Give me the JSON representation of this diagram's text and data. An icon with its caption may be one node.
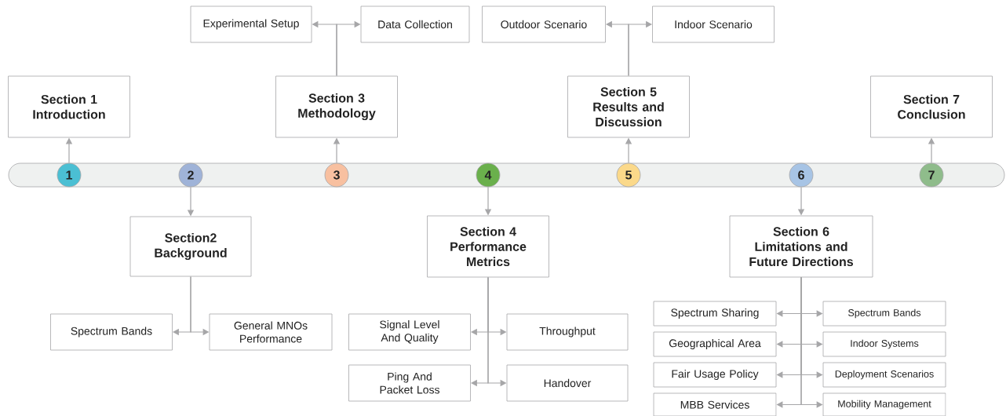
{
  "diagram": {
    "nodes": [
      {
        "text": [],
        "shape": "bar"
      },
      {
        "text": [
          "1"
        ],
        "in": 0
      },
      {
        "text": [
          "2"
        ],
        "in": 0
      },
      {
        "text": [
          "3"
        ],
        "in": 0
      },
      {
        "text": [
          "4"
        ],
        "in": 0
      },
      {
        "text": [
          "5"
        ],
        "in": 0
      },
      {
        "text": [
          "6"
        ],
        "in": 0
      },
      {
        "text": [
          "7"
        ],
        "in": 0
      },
      {
        "text": [
          "Section 1",
          "Introduction"
        ]
      },
      {
        "text": [
          "Section 3",
          "Methodology"
        ]
      },
      {
        "text": [
          "Section 5",
          "Results and Discussion"
        ]
      },
      {
        "text": [
          "Section 7",
          "Conclusion"
        ]
      },
      {
        "text": [
          "Section2",
          "Background"
        ]
      },
      {
        "text": [
          "Section 4",
          "Performance Metrics"
        ]
      },
      {
        "text": [
          "Section 6",
          "Limitations and Future Directions"
        ]
      },
      {
        "text": [
          "Experimental Setup"
        ]
      },
      {
        "text": [
          "Data Collection"
        ]
      },
      {
        "text": [
          "Outdoor Scenario"
        ]
      },
      {
        "text": [
          "Indoor Scenario"
        ]
      },
      {
        "text": [
          "Spectrum Bands"
        ]
      },
      {
        "text": [
          "General MNOs Performance"
        ]
      },
      {
        "text": [
          "Signal Level And Quality"
        ]
      },
      {
        "text": [
          "Throughput"
        ]
      },
      {
        "text": [
          "Ping And Packet Loss"
        ]
      },
      {
        "text": [
          "Handover"
        ]
      },
      {
        "text": [
          "Spectrum Sharing"
        ]
      },
      {
        "text": [
          "Spectrum Bands"
        ]
      },
      {
        "text": [
          "Geographical Area"
        ]
      },
      {
        "text": [
          "Indoor Systems"
        ]
      },
      {
        "text": [
          "Fair Usage Policy"
        ]
      },
      {
        "text": [
          "Deployment Scenarios"
        ]
      },
      {
        "text": [
          "MBB Services"
        ]
      },
      {
        "text": [
          "Mobility Management"
        ]
      }
    ],
    "edges": [
      {
        "from": 1,
        "to": 8,
        "arrow": "to"
      },
      {
        "from": 3,
        "to": 9,
        "arrow": "to"
      },
      {
        "from": 5,
        "to": 10,
        "arrow": "to"
      },
      {
        "from": 7,
        "to": 11,
        "arrow": "to"
      },
      {
        "from": 2,
        "to": 12,
        "arrow": "to"
      },
      {
        "from": 4,
        "to": 13,
        "arrow": "to"
      },
      {
        "from": 6,
        "to": 14,
        "arrow": "to"
      },
      {
        "from": 9,
        "to": 15,
        "arrow": "to"
      },
      {
        "from": 9,
        "to": 16,
        "arrow": "to"
      },
      {
        "from": 10,
        "to": 17,
        "arrow": "to"
      },
      {
        "from": 10,
        "to": 18,
        "arrow": "to"
      },
      {
        "from": 12,
        "to": 19,
        "arrow": "to"
      },
      {
        "from": 12,
        "to": 20,
        "arrow": "to"
      },
      {
        "from": 13,
        "to": 21,
        "arrow": "to"
      },
      {
        "from": 13,
        "to": 22,
        "arrow": "to"
      },
      {
        "from": 13,
        "to": 23,
        "arrow": "to"
      },
      {
        "from": 13,
        "to": 24,
        "arrow": "to"
      },
      {
        "from": 14,
        "to": 25,
        "arrow": "to"
      },
      {
        "from": 14,
        "to": 26,
        "arrow": "to"
      },
      {
        "from": 14,
        "to": 27,
        "arrow": "to"
      },
      {
        "from": 14,
        "to": 28,
        "arrow": "to"
      },
      {
        "from": 14,
        "to": 29,
        "arrow": "to"
      },
      {
        "from": 14,
        "to": 30,
        "arrow": "to"
      },
      {
        "from": 14,
        "to": 31,
        "arrow": "to"
      },
      {
        "from": 14,
        "to": 32,
        "arrow": "to"
      }
    ]
  }
}
